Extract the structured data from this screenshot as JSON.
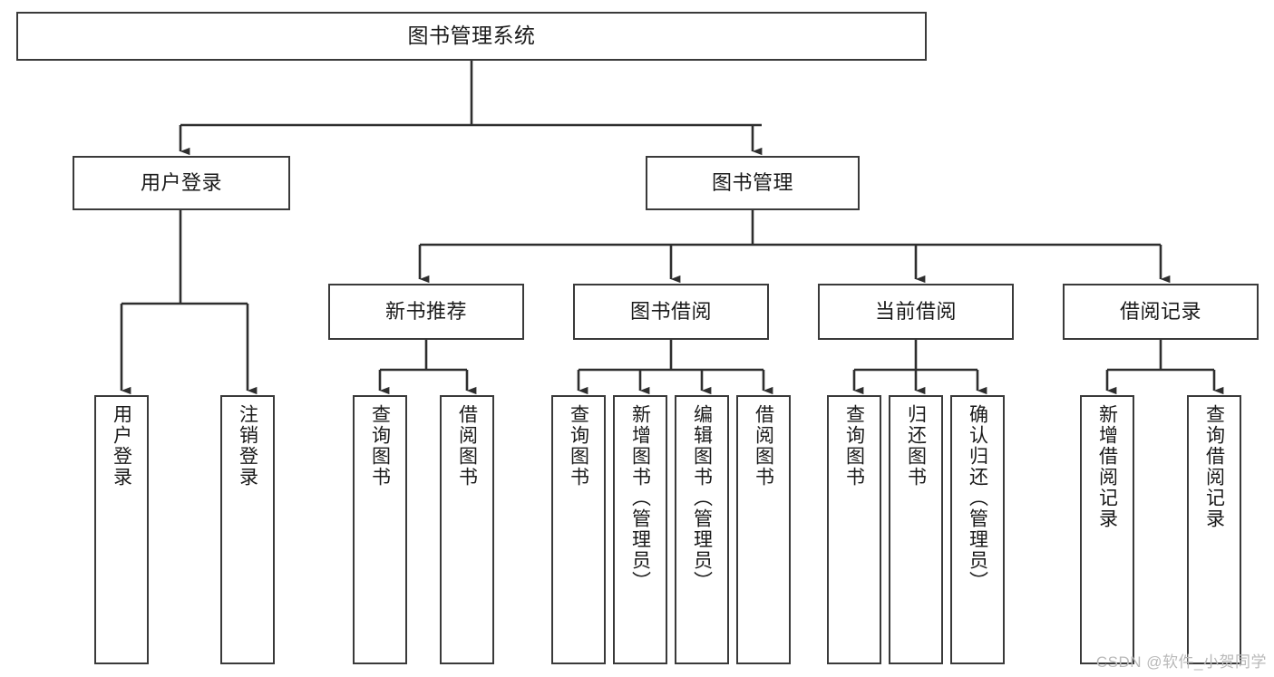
{
  "diagram": {
    "title": "图书管理系统",
    "type": "tree-hierarchy",
    "root": {
      "label": "图书管理系统"
    },
    "level1": [
      {
        "label": "用户登录"
      },
      {
        "label": "图书管理"
      }
    ],
    "level2": [
      {
        "label": "新书推荐"
      },
      {
        "label": "图书借阅"
      },
      {
        "label": "当前借阅"
      },
      {
        "label": "借阅记录"
      }
    ],
    "leaves": {
      "user_login": [
        {
          "label": "用户登录"
        },
        {
          "label": "注销登录"
        }
      ],
      "new_book_recommend": [
        {
          "label": "查询图书"
        },
        {
          "label": "借阅图书"
        }
      ],
      "book_borrow": [
        {
          "label": "查询图书"
        },
        {
          "label": "新增图书（管理员）"
        },
        {
          "label": "编辑图书（管理员）"
        },
        {
          "label": "借阅图书"
        }
      ],
      "current_borrow": [
        {
          "label": "查询图书"
        },
        {
          "label": "归还图书"
        },
        {
          "label": "确认归还（管理员）"
        }
      ],
      "borrow_record": [
        {
          "label": "新增借阅记录"
        },
        {
          "label": "查询借阅记录"
        }
      ]
    },
    "watermark": "CSDN @软件_小贺同学",
    "colors": {
      "stroke": "#3a3a3a",
      "fill": "#ffffff",
      "text": "#1a1a1a",
      "watermark": "#b9b9b9"
    }
  }
}
